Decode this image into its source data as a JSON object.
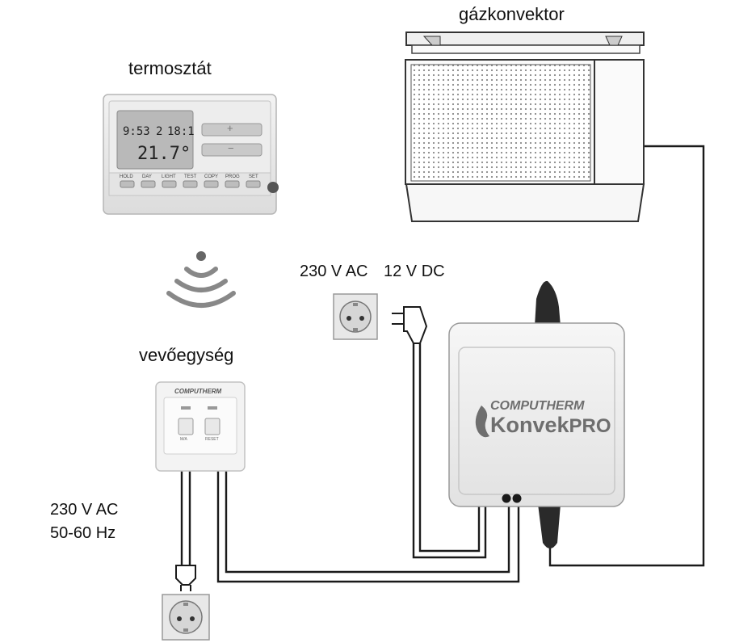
{
  "labels": {
    "convector": "gázkonvektor",
    "thermostat": "termosztát",
    "receiver": "vevőegység",
    "psu_ac": "230 V AC",
    "psu_dc": "12 V DC",
    "mains_voltage": "230 V AC",
    "mains_freq": "50-60 Hz"
  },
  "thermostat_device": {
    "lcd_time": "9:53",
    "lcd_day": "2",
    "lcd_program_time": "18:1",
    "lcd_temperature": "21.7°",
    "plus_label": "+",
    "minus_label": "−",
    "buttons": [
      "HOLD",
      "DAY",
      "LIGHT",
      "TEST",
      "COPY",
      "PROG",
      "SET"
    ]
  },
  "receiver_device": {
    "brand": "COMPUTHERM",
    "button_labels": [
      "M/A",
      "RESET"
    ]
  },
  "konvek_device": {
    "brand": "COMPUTHERM",
    "model_prefix": "Konvek",
    "model_suffix": "PRO"
  },
  "colors": {
    "wire": "#1a1a1a",
    "device_body": "#f1f1f1",
    "device_edge": "#c9c9c9",
    "lcd_bg": "#b9b9b9",
    "brand_text": "#6e6e6e"
  }
}
